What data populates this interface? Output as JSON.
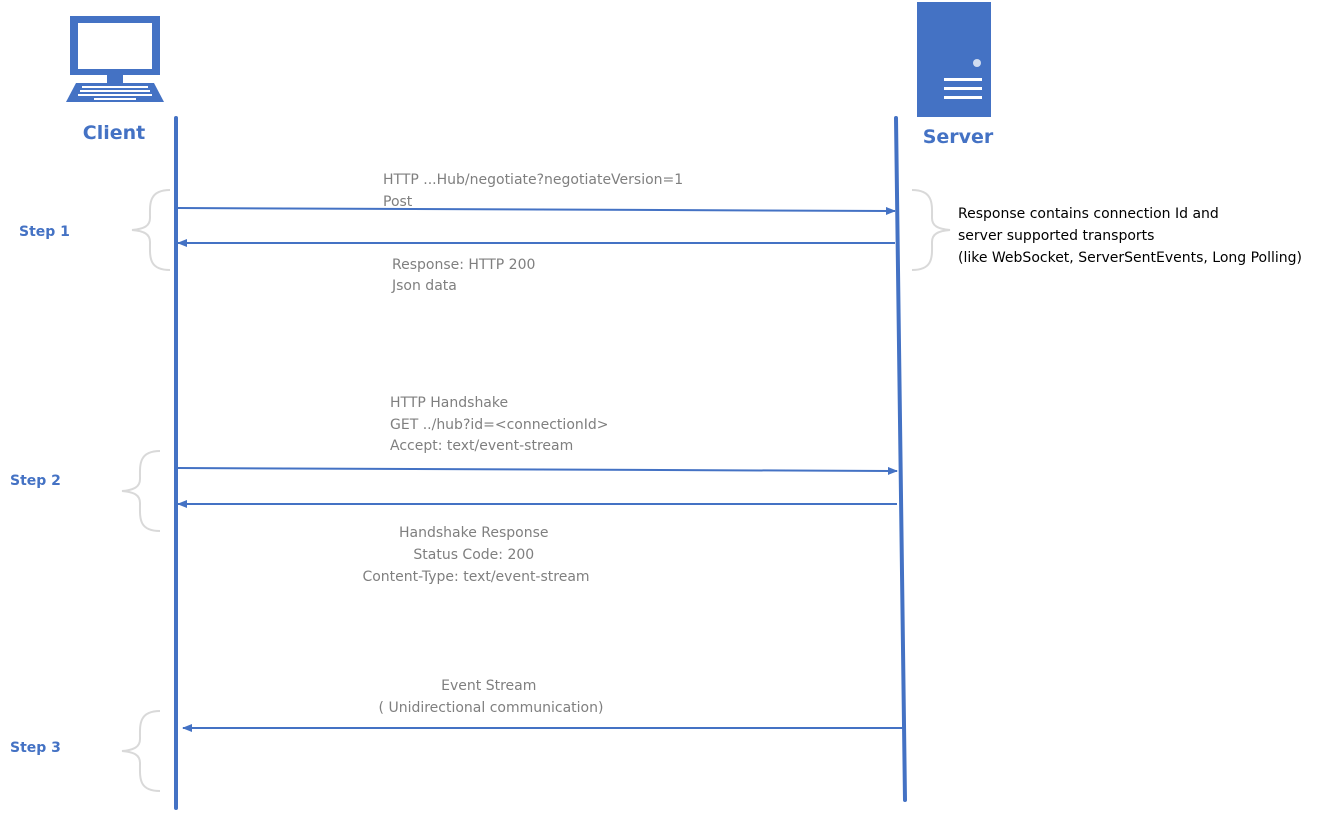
{
  "colors": {
    "accent": "#4472c4",
    "message_text": "#7f7f7f",
    "note_text": "#000000",
    "brace": "#d9d9d9"
  },
  "actors": {
    "client": {
      "label": "Client",
      "icon": "laptop-icon"
    },
    "server": {
      "label": "Server",
      "icon": "server-tower-icon"
    }
  },
  "steps": [
    {
      "label": "Step 1"
    },
    {
      "label": "Step 2"
    },
    {
      "label": "Step 3"
    }
  ],
  "messages": {
    "negotiate_request": {
      "lines": [
        "HTTP  ...Hub/negotiate?negotiateVersion=1",
        "Post"
      ]
    },
    "negotiate_response": {
      "lines": [
        "Response: HTTP 200",
        "Json data"
      ]
    },
    "negotiate_note": {
      "lines": [
        "Response contains connection Id and",
        "server supported transports",
        "(like WebSocket, ServerSentEvents, Long Polling)"
      ]
    },
    "handshake_request": {
      "lines": [
        "HTTP Handshake",
        "GET ../hub?id=<connectionId>",
        "Accept: text/event-stream"
      ]
    },
    "handshake_response": {
      "lines": [
        "Handshake Response",
        "Status Code: 200",
        "Content-Type: text/event-stream"
      ]
    },
    "event_stream": {
      "lines": [
        "Event Stream",
        "( Unidirectional communication)"
      ]
    }
  }
}
